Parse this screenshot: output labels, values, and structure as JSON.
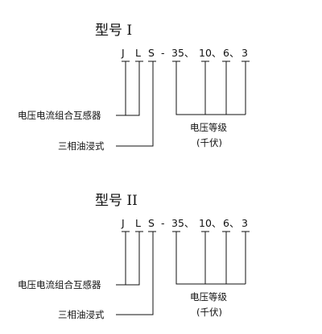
{
  "colors": {
    "ink": "#111111",
    "background": "#ffffff"
  },
  "diagrams": [
    {
      "title": "型号 I",
      "code_chars": [
        "J",
        "L",
        "S",
        "-",
        "35、",
        "10、",
        "6、",
        "3"
      ],
      "label_combined": "电压电流组合互感器",
      "label_oil": "三相油浸式",
      "label_voltage_line1": "电压等级",
      "label_voltage_line2": "(千伏)"
    },
    {
      "title": "型号 II",
      "code_chars": [
        "J",
        "L",
        "S",
        "-",
        "35、",
        "10、",
        "6、",
        "3"
      ],
      "label_combined": "电压电流组合互感器",
      "label_oil": "三相油浸式",
      "label_voltage_line1": "电压等级",
      "label_voltage_line2": "(千伏)"
    }
  ]
}
